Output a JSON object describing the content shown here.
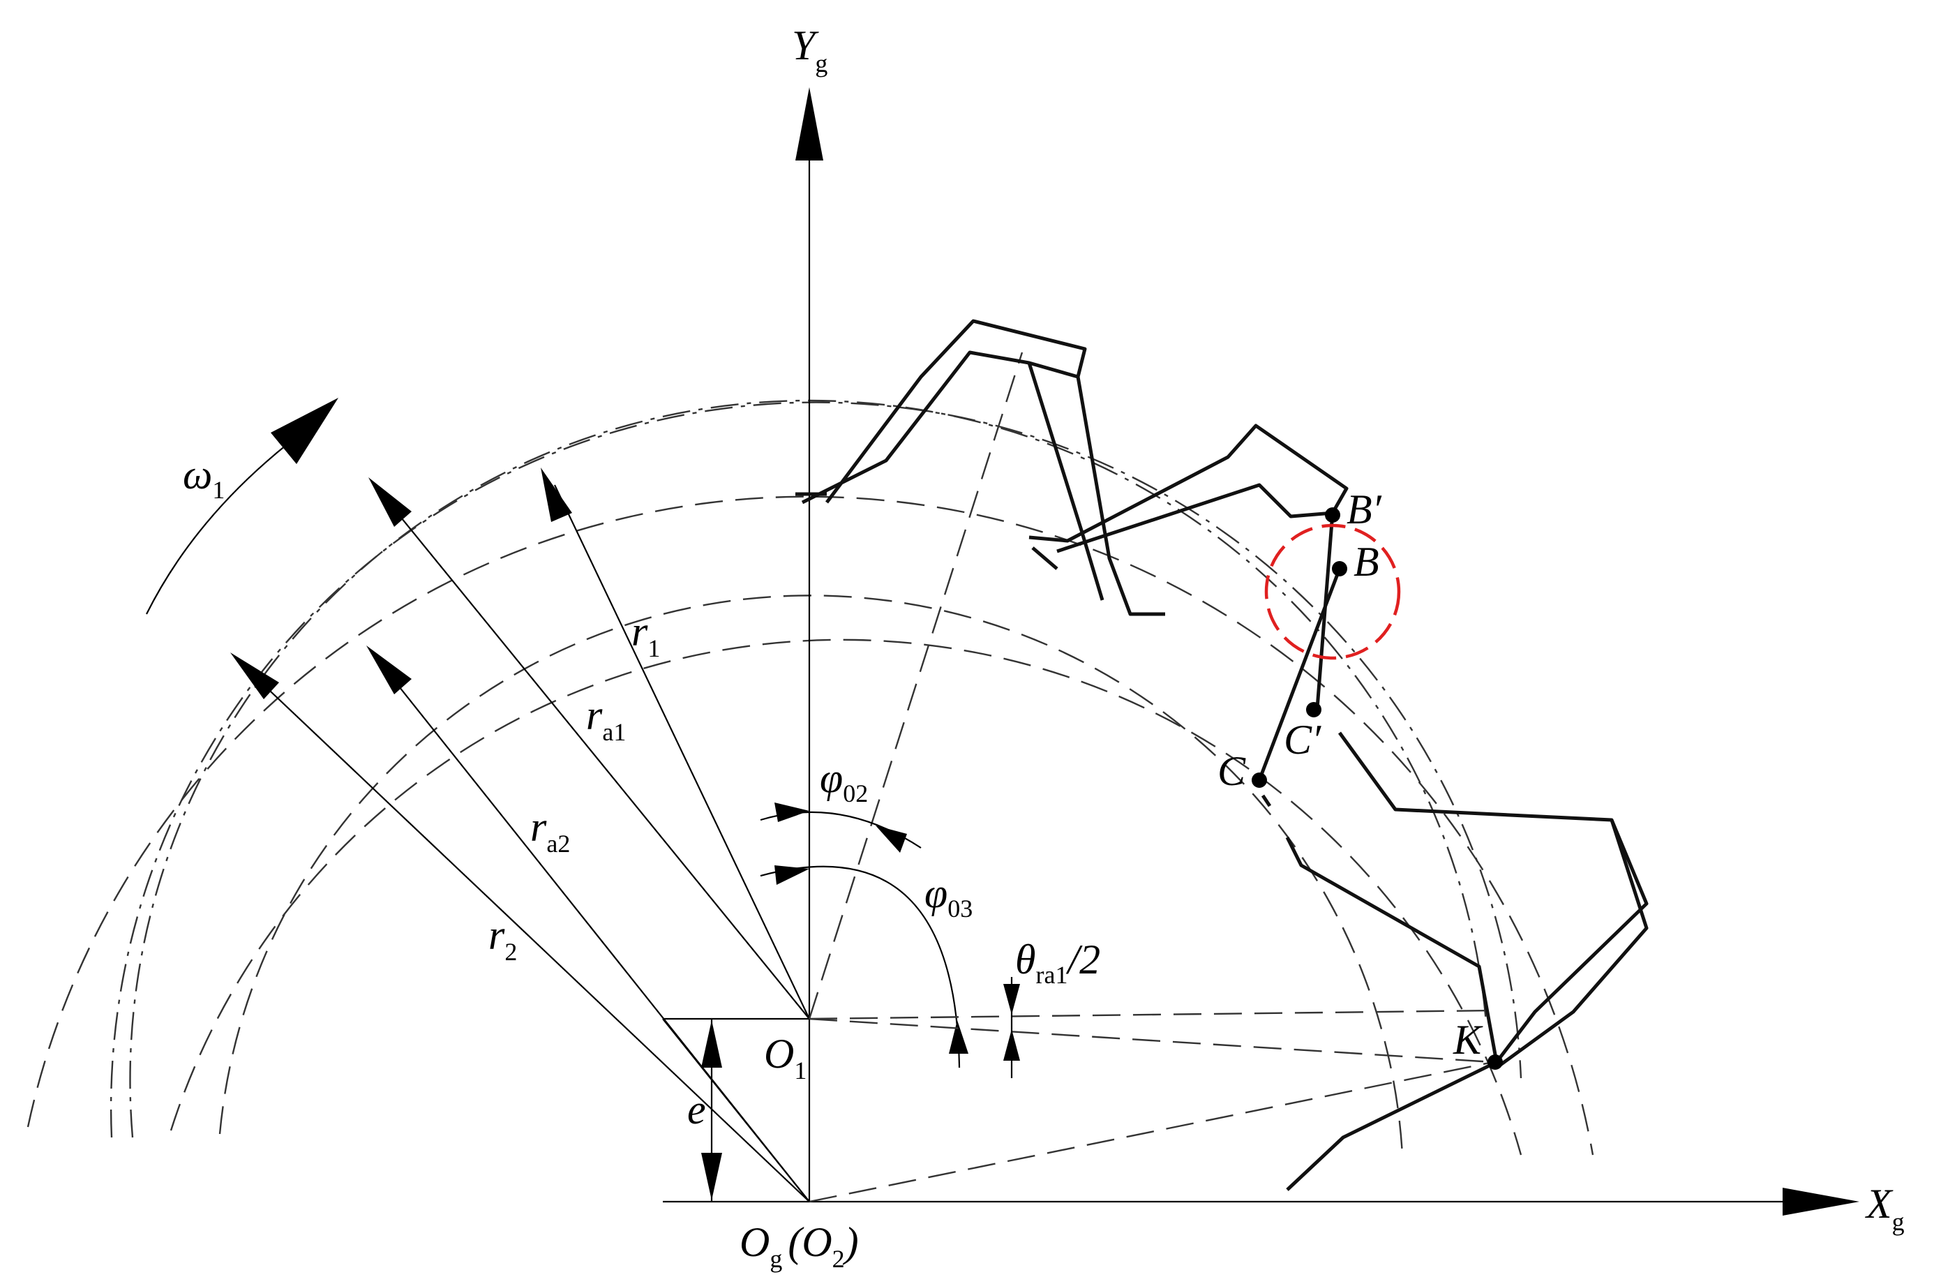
{
  "axes": {
    "y_label": "Y",
    "y_sub": "g",
    "x_label": "X",
    "x_sub": "g"
  },
  "labels": {
    "omega": "ω",
    "omega_sub": "1",
    "r1": "r",
    "r1_sub": "1",
    "ra1": "r",
    "ra1_sub": "a1",
    "ra2": "r",
    "ra2_sub": "a2",
    "r2": "r",
    "r2_sub": "2",
    "phi02": "φ",
    "phi02_sub": "02",
    "phi03": "φ",
    "phi03_sub": "03",
    "theta": "θ",
    "theta_sub": "ra1",
    "theta_tail": "/2",
    "e": "e",
    "o1": "O",
    "o1_sub": "1",
    "og": "O",
    "og_sub": "g",
    "o2_open": "(O",
    "o2_sub": "2",
    "o2_close": ")",
    "b_prime": "B′",
    "b": "B",
    "c_prime": "C′",
    "c": "C",
    "k": "K"
  },
  "colors": {
    "line": "#000000",
    "highlight": "#e02020"
  }
}
